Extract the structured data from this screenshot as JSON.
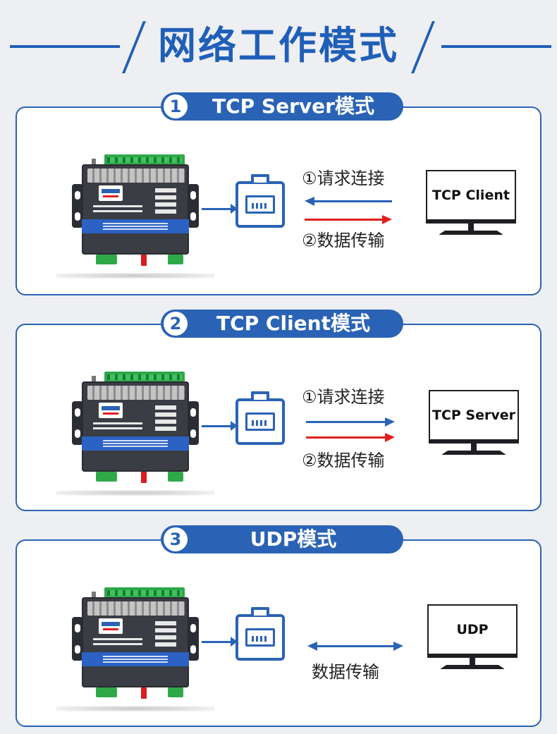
{
  "header": {
    "title": "网络工作模式"
  },
  "modes": [
    {
      "number": "1",
      "title": "TCP Server模式",
      "request_text": "①请求连接",
      "transfer_text": "②数据传输",
      "peer_label": "TCP Client"
    },
    {
      "number": "2",
      "title": "TCP Client模式",
      "request_text": "①请求连接",
      "transfer_text": "②数据传输",
      "peer_label": "TCP Server"
    },
    {
      "number": "3",
      "title": "UDP模式",
      "transfer_text": "数据传输",
      "peer_label": "UDP"
    }
  ],
  "colors": {
    "brand_blue": "#2a63b5",
    "arrow_red": "#e02020",
    "title_blue": "#1f5fb8"
  },
  "icons": [
    "rj45-port-icon",
    "monitor-icon",
    "device-image"
  ]
}
